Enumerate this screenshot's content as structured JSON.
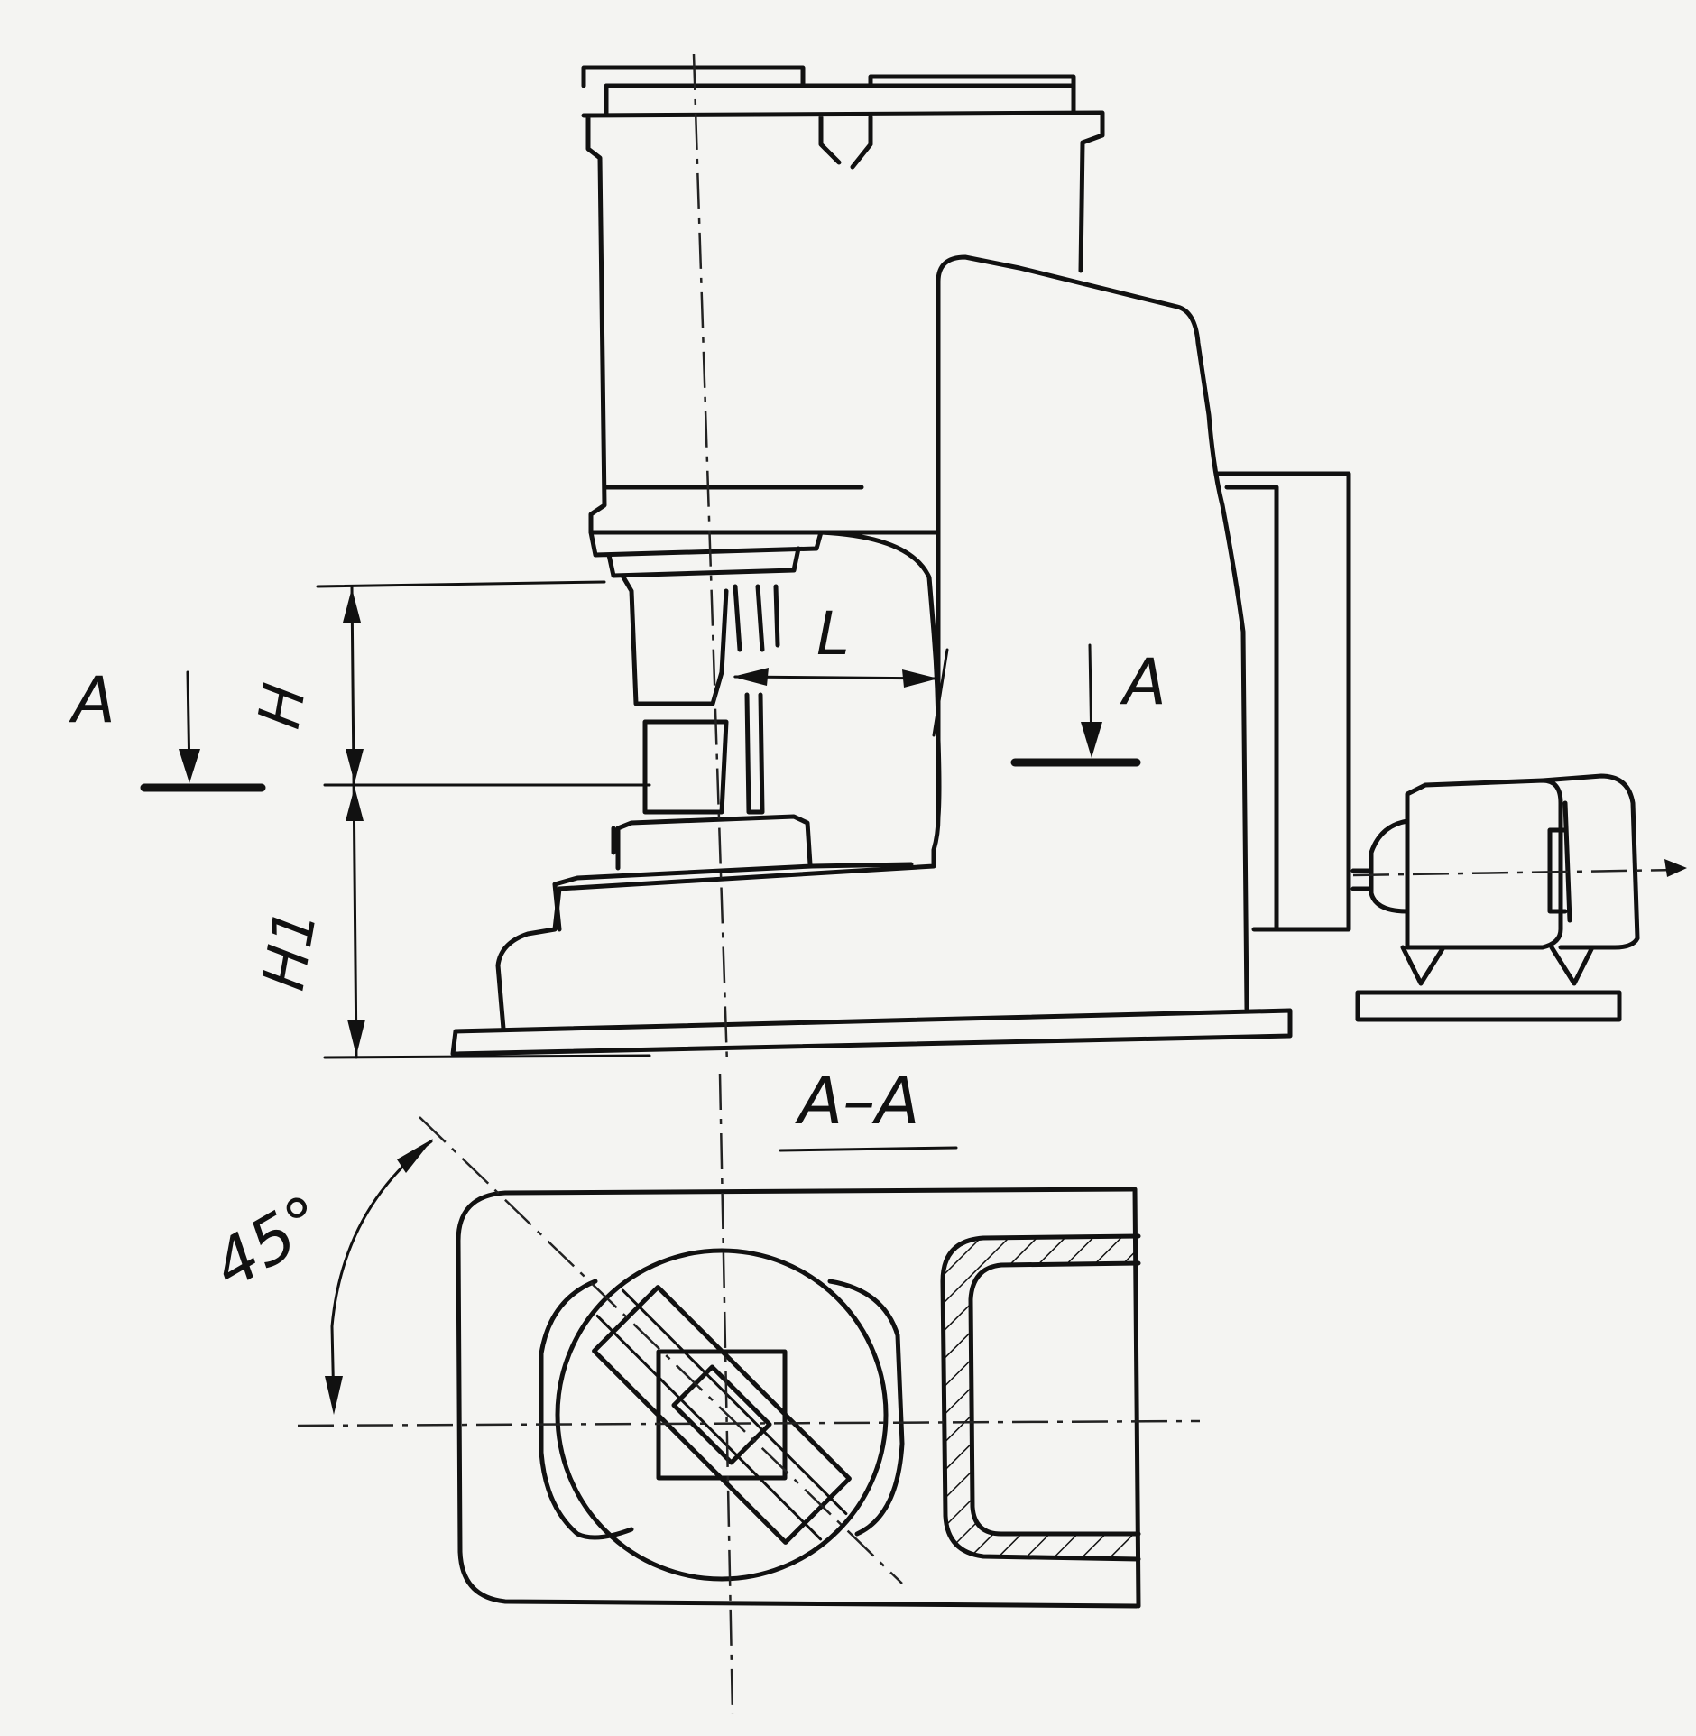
{
  "labels": {
    "section_mark_left": "A",
    "section_mark_right": "A",
    "dim_H": "H",
    "dim_H1": "H1",
    "dim_L": "L",
    "section_title": "A–A",
    "angle": "45°"
  }
}
